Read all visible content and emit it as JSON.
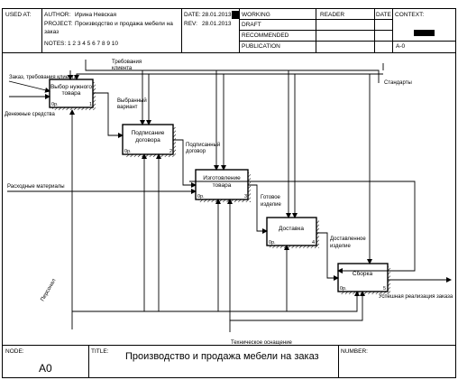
{
  "header": {
    "used_at": "USED AT:",
    "author_label": "AUTHOR:",
    "author": "Ирина Невская",
    "project_label": "PROJECT:",
    "project_line1": "Производство и продажа мебели на",
    "project_line2": "заказ",
    "date_label": "DATE:",
    "date": "28.01.2013",
    "rev_label": "REV:",
    "rev": "28.01.2013",
    "notes": "NOTES:  1  2  3  4  5  6  7  8  9  10",
    "status": [
      "WORKING",
      "DRAFT",
      "RECOMMENDED",
      "PUBLICATION"
    ],
    "reader": "READER",
    "date_col": "DATE",
    "context": "CONTEXT:",
    "node_ref": "A-0"
  },
  "boxes": [
    {
      "label1": "Выбор нужного",
      "label2": "товара",
      "cost": "0р.",
      "num": "1"
    },
    {
      "label1": "Подписание",
      "label2": "договора",
      "cost": "0р.",
      "num": "2"
    },
    {
      "label1": "Изготовление",
      "label2": "товара",
      "cost": "0р.",
      "num": "3"
    },
    {
      "label1": "Доставка",
      "label2": "",
      "cost": "0р.",
      "num": "4"
    },
    {
      "label1": "Сборка",
      "label2": "",
      "cost": "0р.",
      "num": "5"
    }
  ],
  "arrows": {
    "order": "Заказ, требования клиента",
    "money": "Денежные средства",
    "client_req1": "Требования",
    "client_req2": "клиента",
    "standards": "Стандарты",
    "chosen1": "Выбранный",
    "chosen2": "вариант",
    "signed1": "Подписанный",
    "signed2": "договор",
    "materials": "Расходные материалы",
    "ready1": "Готовое",
    "ready2": "изделие",
    "delivered1": "Доставленное",
    "delivered2": "изделие",
    "result": "Успешная реализация заказа",
    "staff": "Персонал",
    "equipment": "Техническое оснащение"
  },
  "footer": {
    "node_label": "NODE:",
    "node": "A0",
    "title_label": "TITLE:",
    "title": "Производство и продажа  мебели на заказ",
    "number_label": "NUMBER:"
  }
}
